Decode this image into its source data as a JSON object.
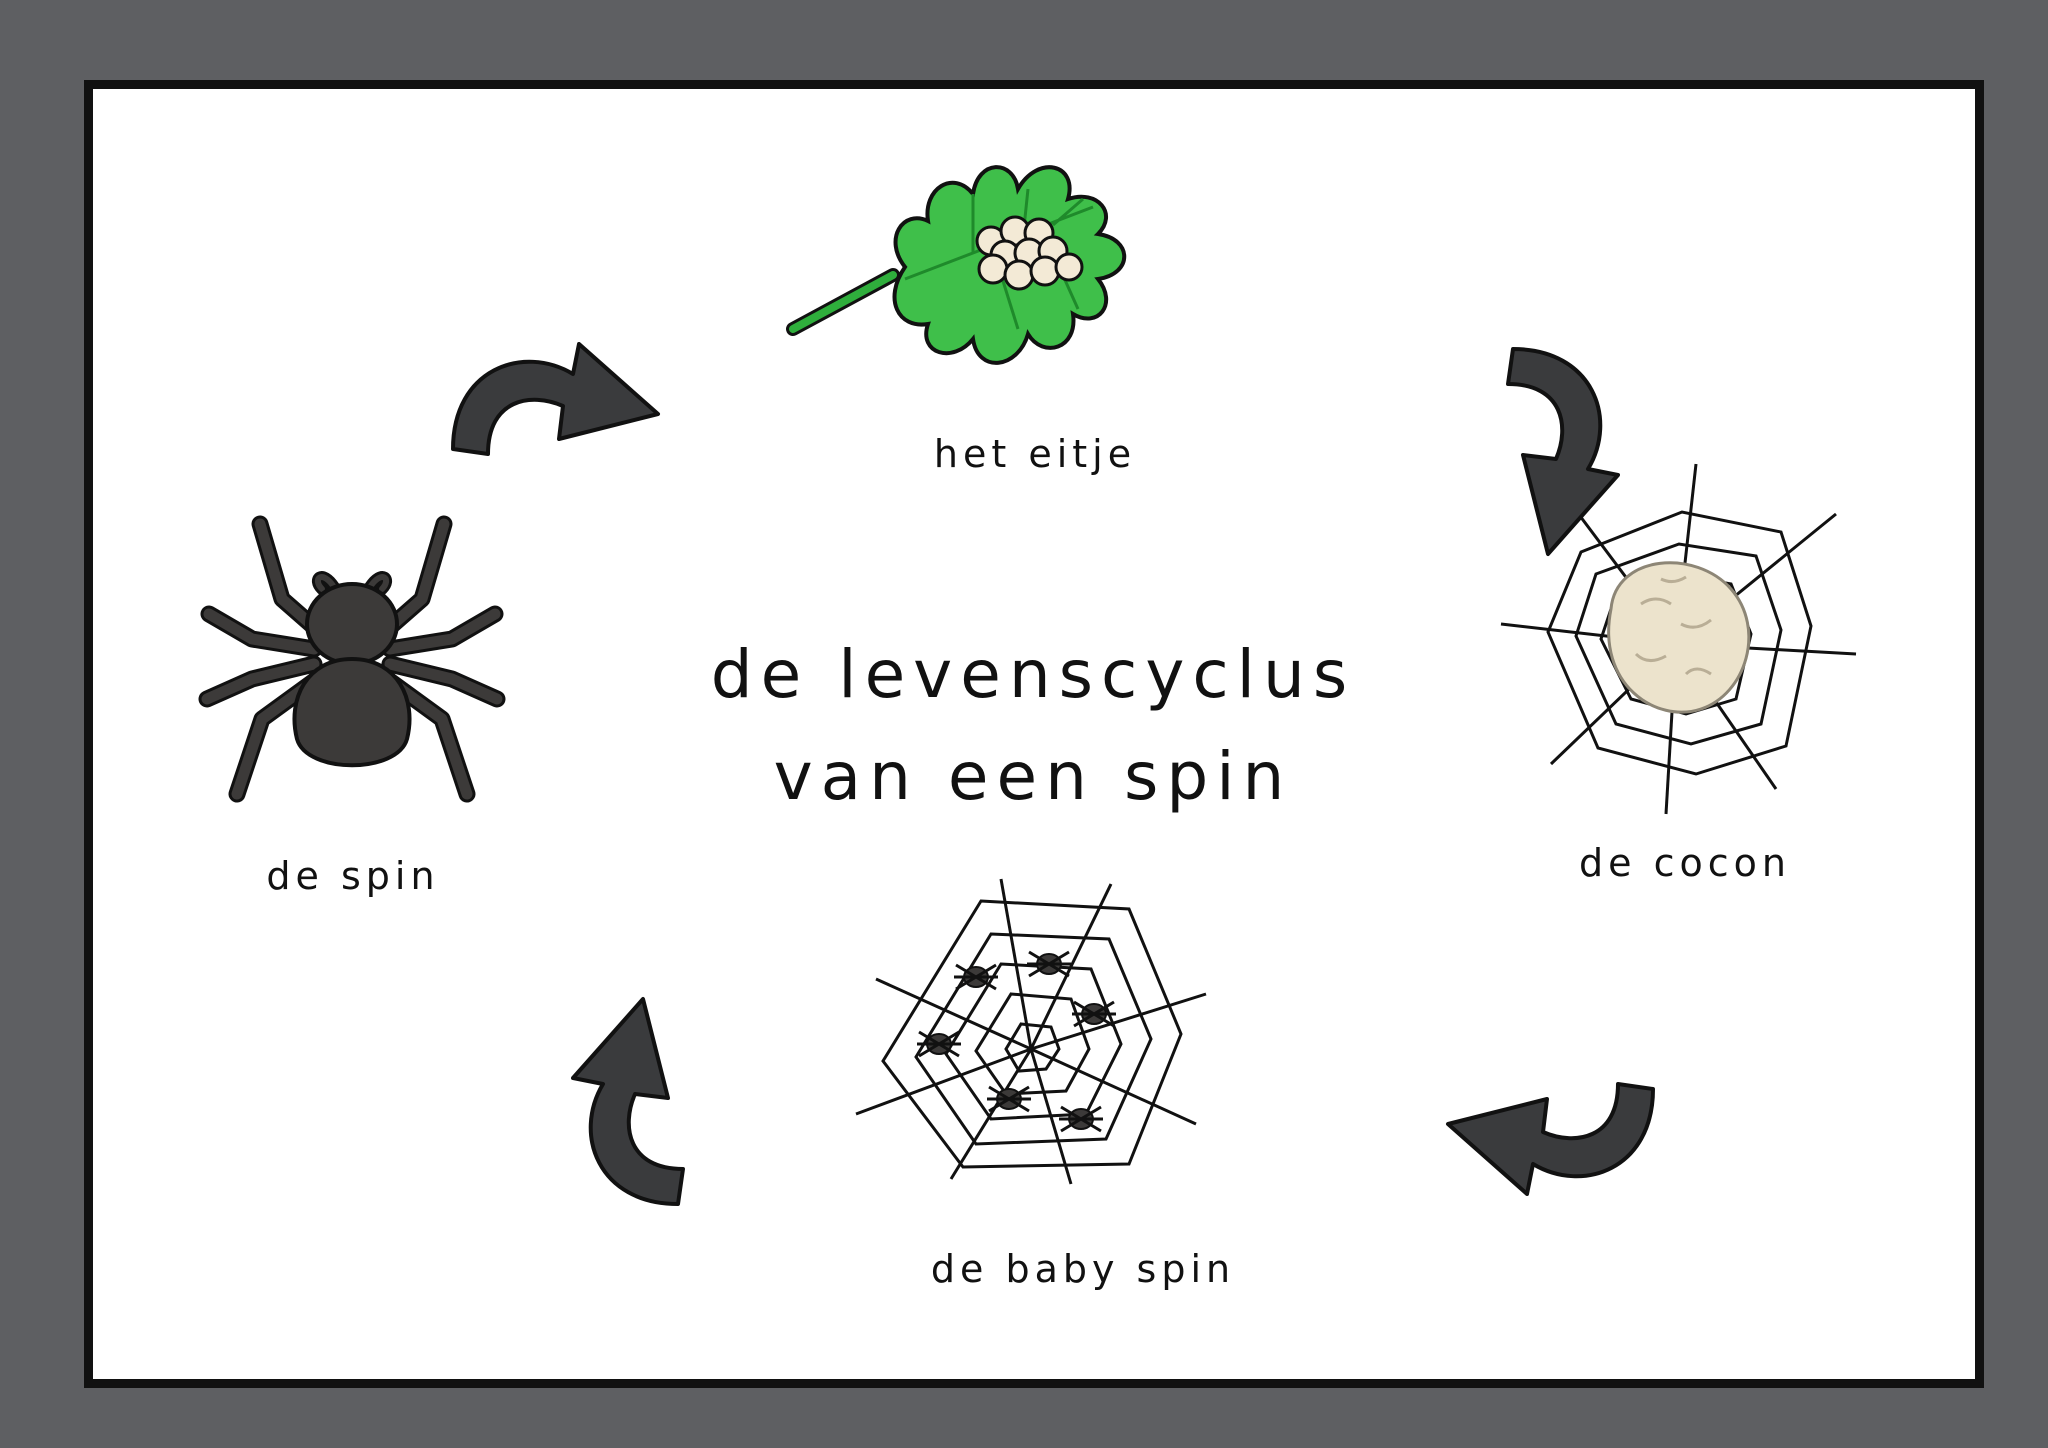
{
  "title": {
    "line1": "de levenscyclus",
    "line2": "van een spin"
  },
  "stages": [
    {
      "id": "egg",
      "label": "het eitje",
      "icon": "egg-cluster-on-leaf-icon"
    },
    {
      "id": "cocoon",
      "label": "de cocon",
      "icon": "cocoon-in-web-icon"
    },
    {
      "id": "baby",
      "label": "de baby spin",
      "icon": "baby-spiders-in-web-icon"
    },
    {
      "id": "spider",
      "label": "de spin",
      "icon": "spider-icon"
    }
  ],
  "colors": {
    "frame": "#5e5f62",
    "border": "#111111",
    "arrow": "#3a3b3d",
    "leaf": "#3fbf4a",
    "leaf_vein": "#1f8a2b",
    "egg": "#f3ead6",
    "cocoon": "#ece3cc",
    "spider": "#3c3a39"
  }
}
